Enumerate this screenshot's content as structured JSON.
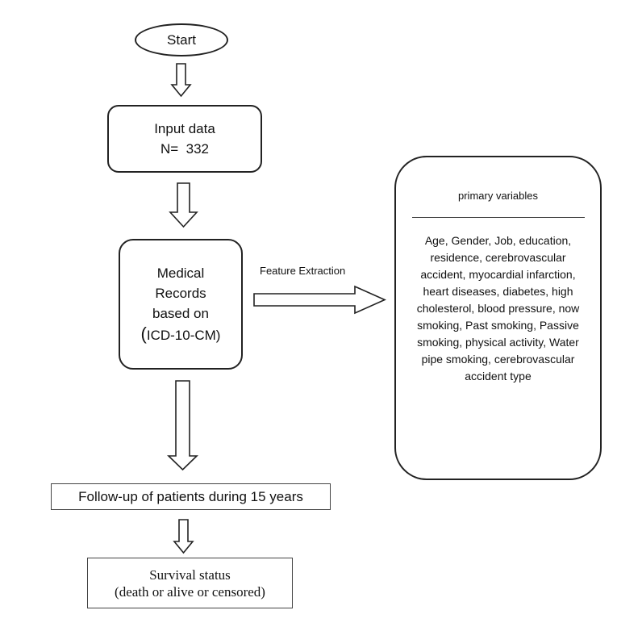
{
  "nodes": {
    "start": "Start",
    "input_data": {
      "line1": "Input data",
      "line2": "N=  332"
    },
    "medical_records": {
      "line1": "Medical",
      "line2": "Records",
      "line3": "based on",
      "line4_paren_open": "(",
      "line4_text": "ICD-10-CM)"
    },
    "followup": "Follow-up of patients during 15 years",
    "survival": {
      "line1": "Survival status",
      "line2": "(death or alive or censored)"
    },
    "primary_variables": {
      "title": "primary variables",
      "body": "Age, Gender, Job, education, residence, cerebrovascular accident, myocardial infarction, heart diseases, diabetes, high cholesterol, blood pressure, now smoking, Past smoking, Passive smoking, physical activity, Water pipe smoking, cerebrovascular accident type"
    }
  },
  "edges": {
    "feature_extraction_label": "Feature Extraction"
  }
}
